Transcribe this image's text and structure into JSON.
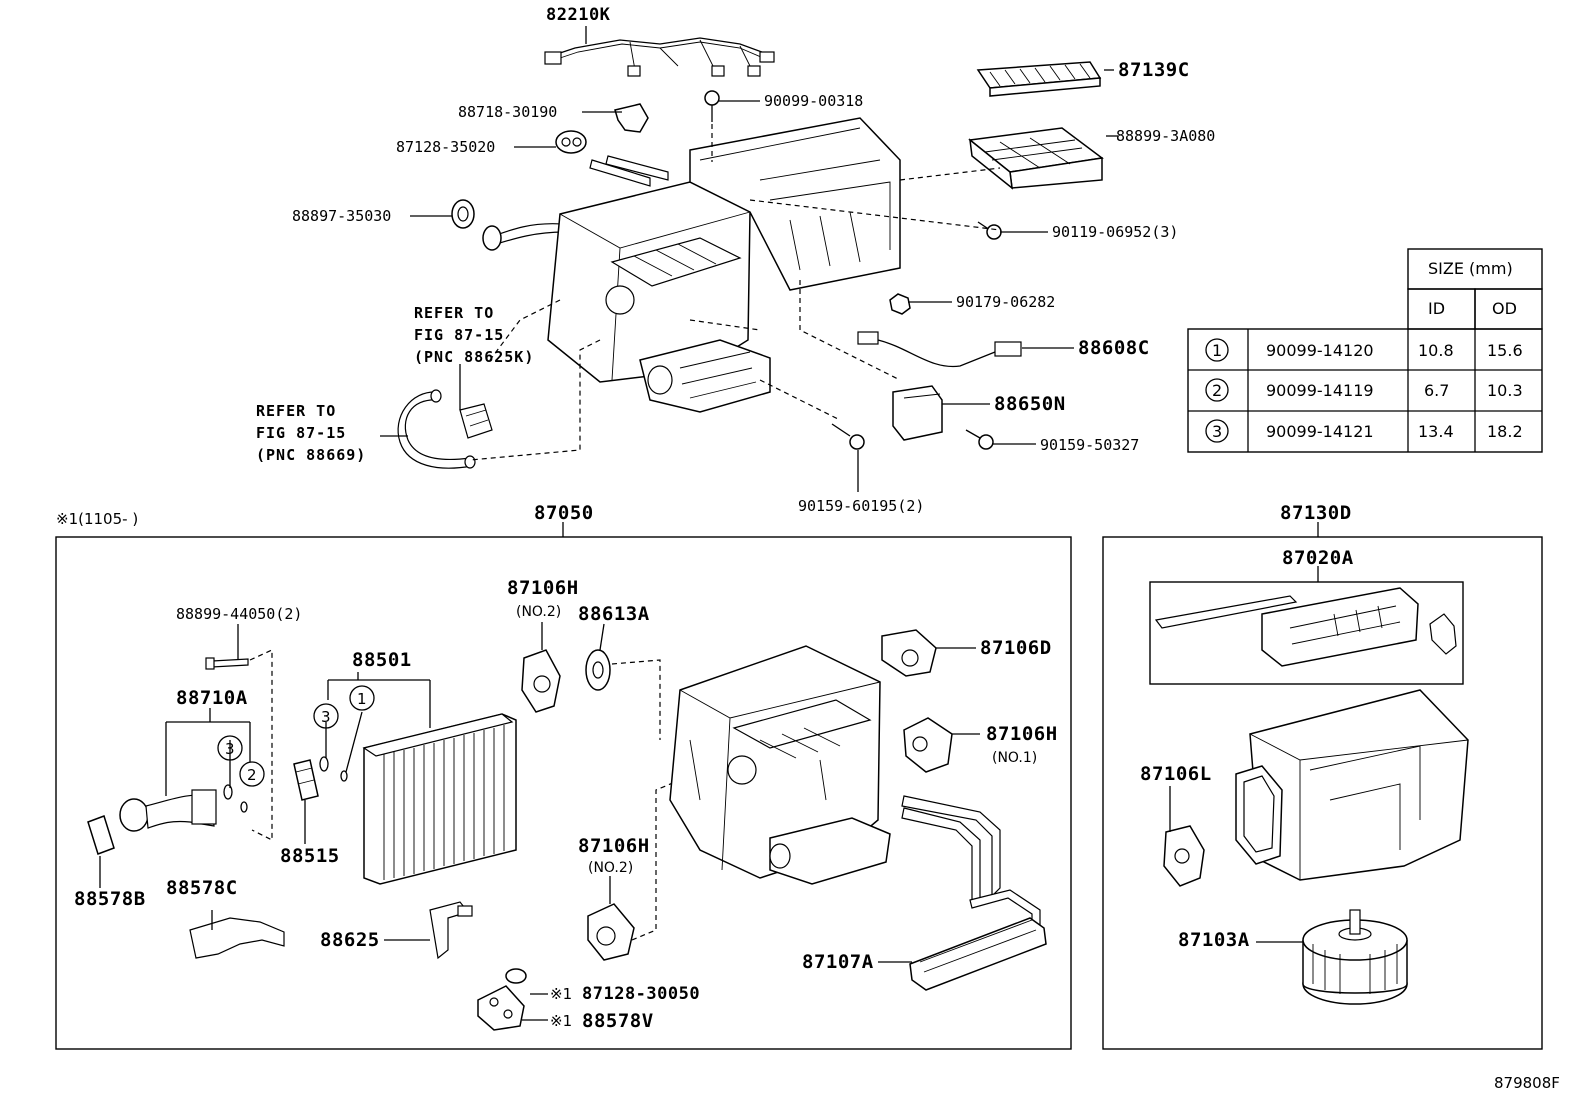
{
  "labels": {
    "p82210K": "82210K",
    "p87139C": "87139C",
    "p9009900318": "90099-00318",
    "p8871830190": "88718-30190",
    "p8889934080": "88899-3A080",
    "p8712835020": "87128-35020",
    "p8889735030": "88897-35030",
    "p9011906952": "90119-06952(3)",
    "p9017906282": "90179-06282",
    "p88608C": "88608C",
    "p88650N": "88650N",
    "p9015950327": "90159-50327",
    "p9015960195": "90159-60195(2)",
    "p87050": "87050",
    "p87130D": "87130D",
    "p87020A": "87020A",
    "p8889944050": "88899-44050(2)",
    "p87106H_a": "87106H",
    "p87106H_a_sub": "(NO.2)",
    "p88613A": "88613A",
    "p87106D": "87106D",
    "p88501": "88501",
    "p88710A": "88710A",
    "p87106H_b": "87106H",
    "p87106H_b_sub": "(NO.1)",
    "p88515": "88515",
    "p88578B": "88578B",
    "p88578C": "88578C",
    "p87106H_c": "87106H",
    "p87106H_c_sub": "(NO.2)",
    "p87106L": "87106L",
    "p88625": "88625",
    "p87107A": "87107A",
    "p87103A": "87103A",
    "p8712830050": "87128-30050",
    "p88578V": "88578V",
    "footnote_mark": "※1",
    "footnote_text": "※1(1105-      )",
    "figure_code": "879808F"
  },
  "refers": {
    "r1": [
      "REFER TO",
      "FIG 87-15",
      "(PNC 88625K)"
    ],
    "r2": [
      "REFER TO",
      "FIG 87-15",
      "(PNC 88669)"
    ]
  },
  "callout_numbers": [
    "1",
    "2",
    "3"
  ],
  "size_table": {
    "header": "SIZE (mm)",
    "col_id": "ID",
    "col_od": "OD",
    "rows": [
      {
        "no": "1",
        "part": "90099-14120",
        "id": "10.8",
        "od": "15.6"
      },
      {
        "no": "2",
        "part": "90099-14119",
        "id": "6.7",
        "od": "10.3"
      },
      {
        "no": "3",
        "part": "90099-14121",
        "id": "13.4",
        "od": "18.2"
      }
    ]
  }
}
